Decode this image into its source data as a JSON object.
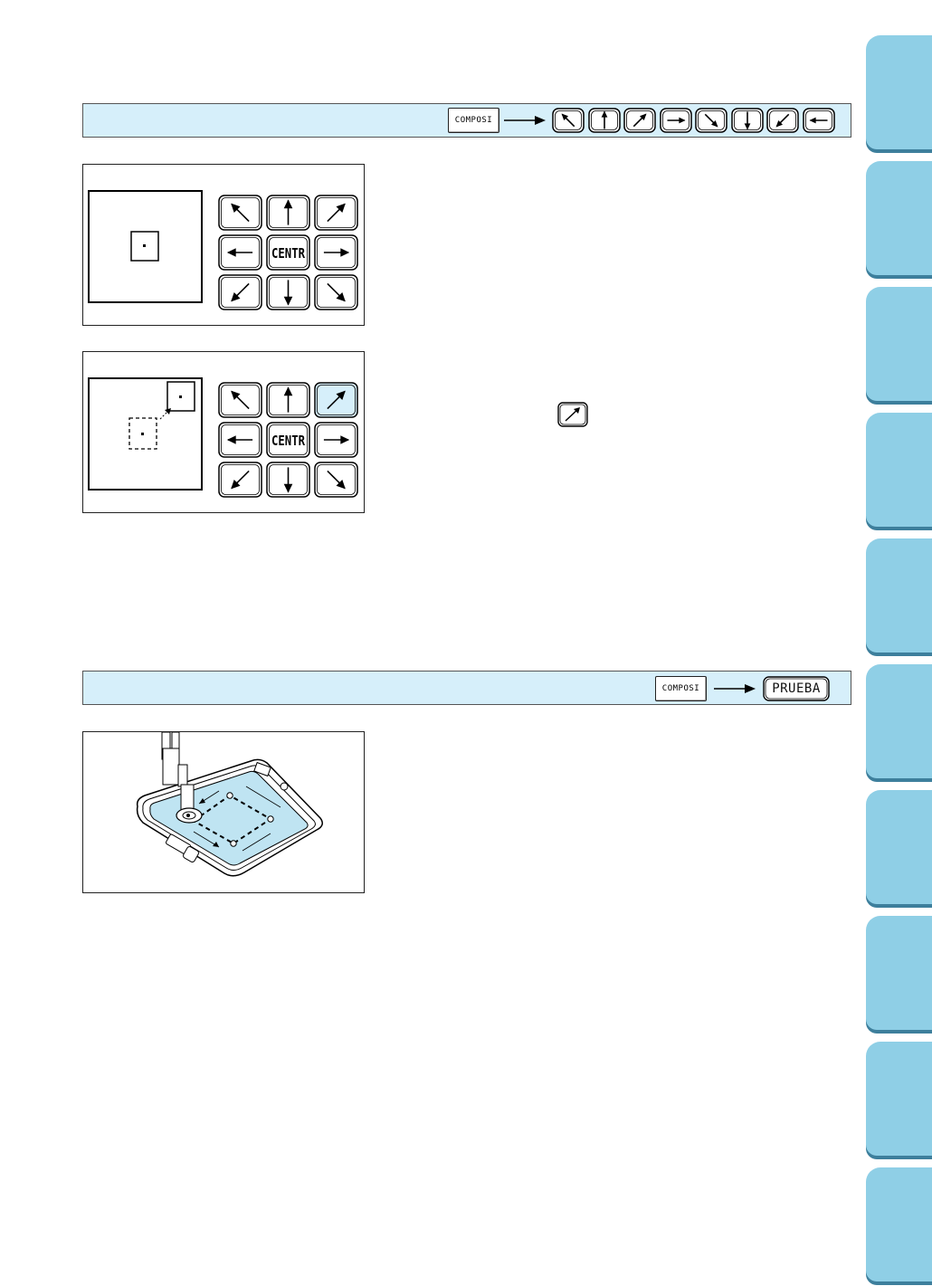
{
  "bar1": {
    "composi_label": "COMPOSI",
    "arrow_keys": [
      "up-left",
      "up",
      "up-right",
      "right",
      "down-right",
      "down",
      "down-left",
      "left"
    ]
  },
  "figure1": {
    "grid": [
      [
        "up-left",
        "up",
        "up-right"
      ],
      [
        "left",
        "center",
        "right"
      ],
      [
        "down-left",
        "down",
        "down-right"
      ]
    ],
    "center_label": "CENTR"
  },
  "figure2": {
    "grid": [
      [
        "up-left",
        "up",
        "up-right"
      ],
      [
        "left",
        "center",
        "right"
      ],
      [
        "down-left",
        "down",
        "down-right"
      ]
    ],
    "center_label": "CENTR",
    "highlighted": "up-right"
  },
  "bar2": {
    "composi_label": "COMPOSI",
    "prueba_label": "PRUEBA"
  },
  "colors": {
    "bar_bg": "#d6effa",
    "tab": "#8fcfe6",
    "tab_shadow": "#3d7f9c",
    "highlight": "#d6effa",
    "fabric": "#bfe4f2"
  },
  "side_tabs_count": 10
}
